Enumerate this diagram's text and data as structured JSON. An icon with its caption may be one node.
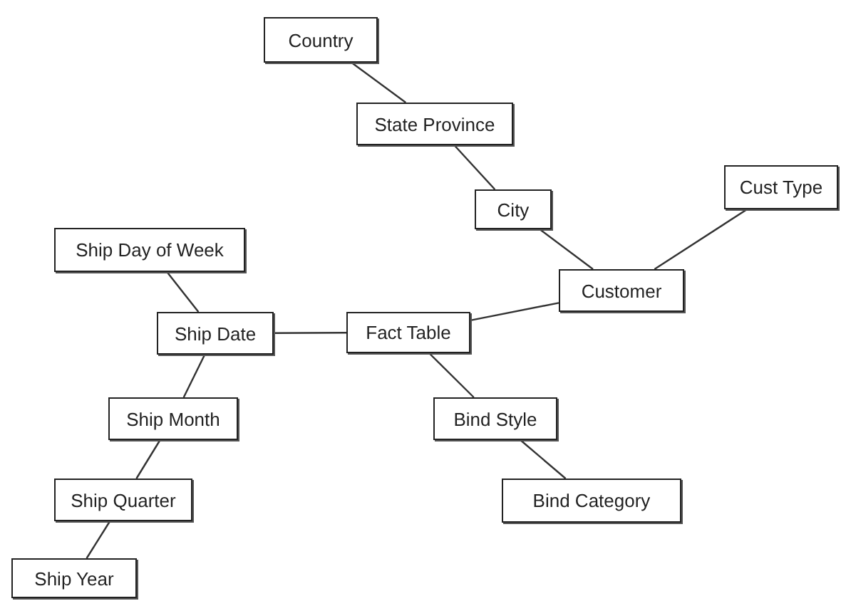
{
  "diagram": {
    "nodes": [
      {
        "text": [
          "Country"
        ]
      },
      {
        "text": [
          "State Province"
        ]
      },
      {
        "text": [
          "City"
        ]
      },
      {
        "text": [
          "Cust Type"
        ]
      },
      {
        "text": [
          "Customer"
        ]
      },
      {
        "text": [
          "Ship Day of Week"
        ]
      },
      {
        "text": [
          "Ship Date"
        ]
      },
      {
        "text": [
          "Fact Table"
        ]
      },
      {
        "text": [
          "Ship Month"
        ]
      },
      {
        "text": [
          "Bind Style"
        ]
      },
      {
        "text": [
          "Ship Quarter"
        ]
      },
      {
        "text": [
          "Bind Category"
        ]
      },
      {
        "text": [
          "Ship Year"
        ]
      }
    ],
    "edges": [
      {
        "from": 0,
        "to": 1,
        "arrow": "none"
      },
      {
        "from": 1,
        "to": 2,
        "arrow": "none"
      },
      {
        "from": 2,
        "to": 4,
        "arrow": "none"
      },
      {
        "from": 3,
        "to": 4,
        "arrow": "none"
      },
      {
        "from": 4,
        "to": 7,
        "arrow": "none"
      },
      {
        "from": 5,
        "to": 6,
        "arrow": "none"
      },
      {
        "from": 6,
        "to": 7,
        "arrow": "none"
      },
      {
        "from": 6,
        "to": 8,
        "arrow": "none"
      },
      {
        "from": 8,
        "to": 10,
        "arrow": "none"
      },
      {
        "from": 10,
        "to": 12,
        "arrow": "none"
      },
      {
        "from": 7,
        "to": 9,
        "arrow": "none"
      },
      {
        "from": 9,
        "to": 11,
        "arrow": "none"
      }
    ]
  }
}
